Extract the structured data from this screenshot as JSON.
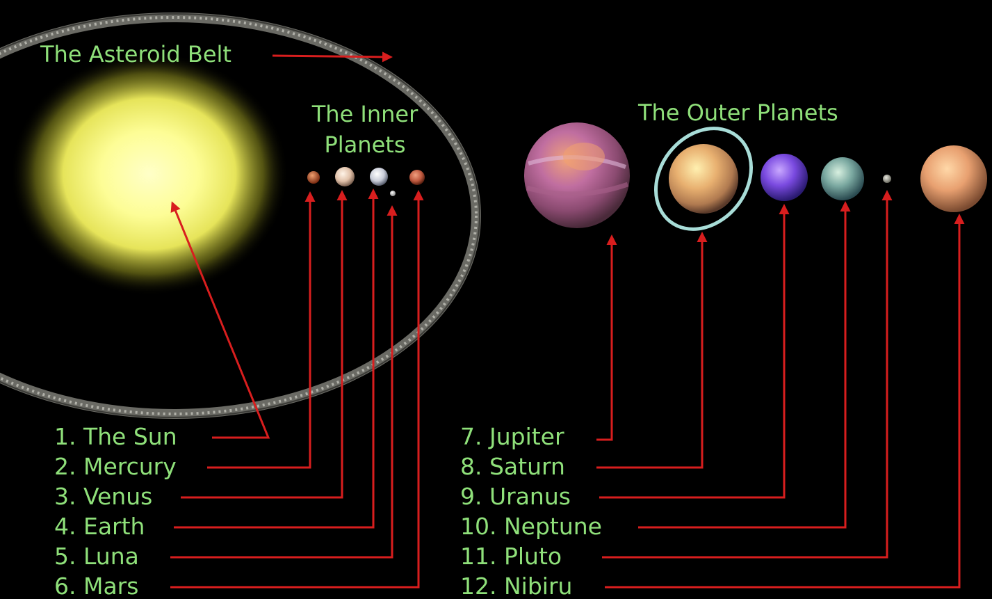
{
  "headings": {
    "asteroid_belt": "The Asteroid Belt",
    "inner_planets_line1": "The Inner",
    "inner_planets_line2": "Planets",
    "outer_planets": "The Outer Planets"
  },
  "bodies": [
    "1. The Sun",
    "2. Mercury",
    "3. Venus",
    "4. Earth",
    "5. Luna",
    "6. Mars",
    "7. Jupiter",
    "8. Saturn",
    "9. Uranus",
    "10. Neptune",
    "11. Pluto",
    "12. Nibiru"
  ],
  "colors": {
    "background": "#000000",
    "label_text": "#8fe07a",
    "pointer_line": "#d81e1e",
    "asteroid_belt": "#8a8a84"
  }
}
